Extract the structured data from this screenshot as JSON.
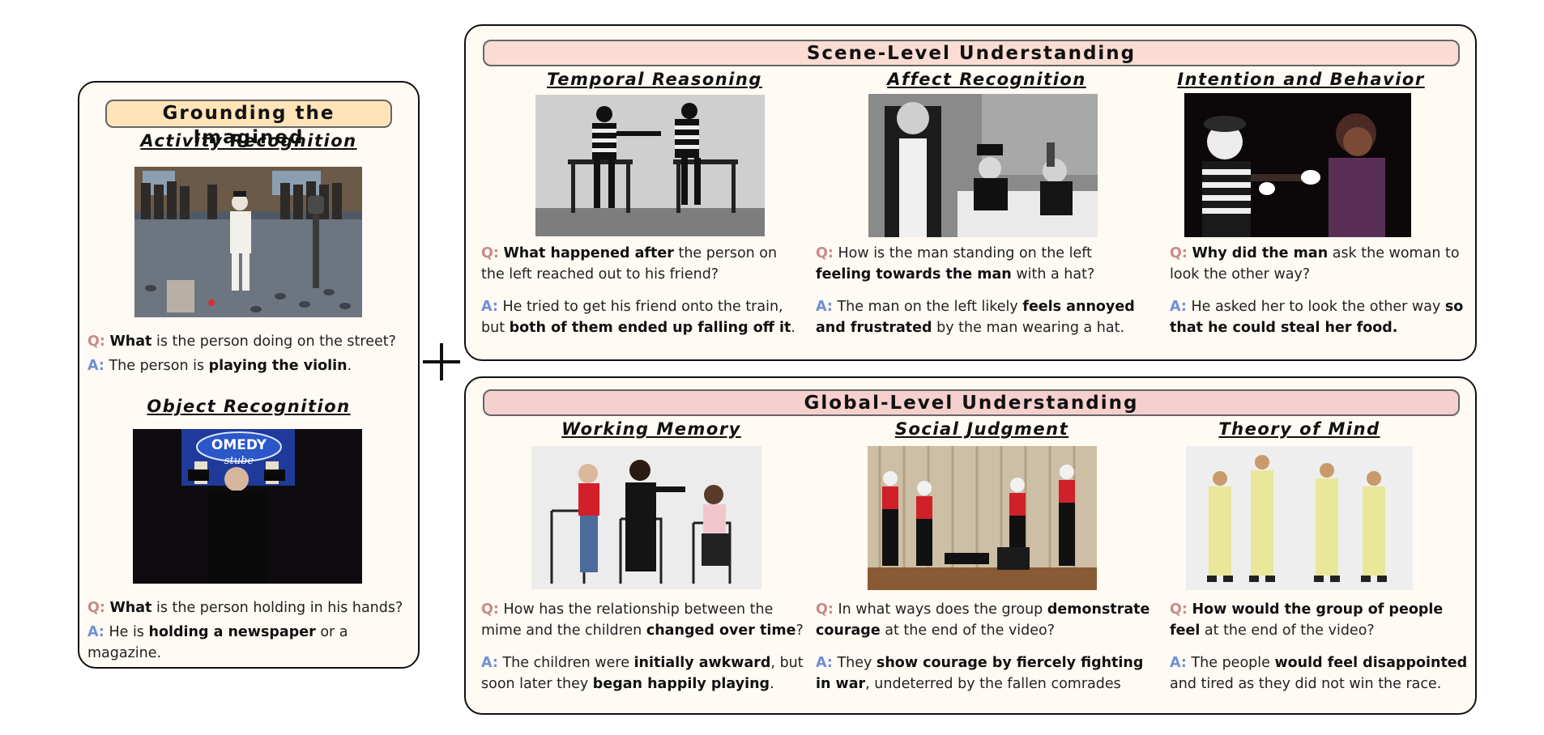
{
  "left": {
    "title": "Grounding the Imagined",
    "sections": [
      {
        "category": "Activity Recognition",
        "q": [
          "What",
          " is the person doing on the street?"
        ],
        "a": [
          "The person is ",
          "playing the violin",
          "."
        ]
      },
      {
        "category": "Object Recognition",
        "q": [
          "What",
          " is the person holding in his hands?"
        ],
        "a": [
          "He is ",
          "holding a newspaper",
          " or a magazine."
        ]
      }
    ],
    "sign_text": [
      "OMEDY",
      "stube"
    ]
  },
  "plus_sign": "+",
  "q_label": "Q:",
  "a_label": "A:",
  "scene": {
    "title": "Scene-Level Understanding",
    "items": [
      {
        "category": "Temporal Reasoning",
        "q1": "What happened after",
        "q2": " the person on the left reached out to his friend?",
        "a1": "He tried to get his friend onto the train, but ",
        "a2": "both of them ended up falling off it",
        "a3": "."
      },
      {
        "category": "Affect Recognition",
        "q1": "How is the man standing on the left ",
        "q2": "feeling towards the man",
        "q3": " with a hat?",
        "a1": "The man on the left likely ",
        "a2": "feels annoyed and frustrated",
        "a3": " by the man wearing a hat."
      },
      {
        "category": "Intention and Behavior",
        "q1": "Why did the man",
        "q2": " ask the woman to look the other way?",
        "a1": "He asked her to look the other way ",
        "a2": "so that he could steal her food."
      }
    ]
  },
  "global": {
    "title": "Global-Level Understanding",
    "items": [
      {
        "category": "Working Memory",
        "q1": "How has the relationship between the mime and the children ",
        "q2": "changed over time",
        "q3": "?",
        "a1": "The children were ",
        "a2": "initially awkward",
        "a3": ", but soon later they ",
        "a4": "began happily playing",
        "a5": "."
      },
      {
        "category": "Social Judgment",
        "q1": "In what ways does the group ",
        "q2": "demonstrate courage",
        "q3": " at the end of the video?",
        "a1": "They ",
        "a2": "show courage by fiercely fighting in war",
        "a3": ", undeterred by the fallen comrades"
      },
      {
        "category": "Theory of Mind",
        "q1": "How would the group of people feel",
        "q2": " at the end of the video?",
        "a1": "The people ",
        "a2": "would feel disappointed",
        "a3": " and tired as they did not win the race."
      }
    ]
  },
  "colors": {
    "left_pill": "#ffe4b8",
    "scene_pill": "#fadcd2",
    "global_pill": "#f6cfcf",
    "q_label": "#c98a8a",
    "a_label": "#6f8fd6"
  }
}
